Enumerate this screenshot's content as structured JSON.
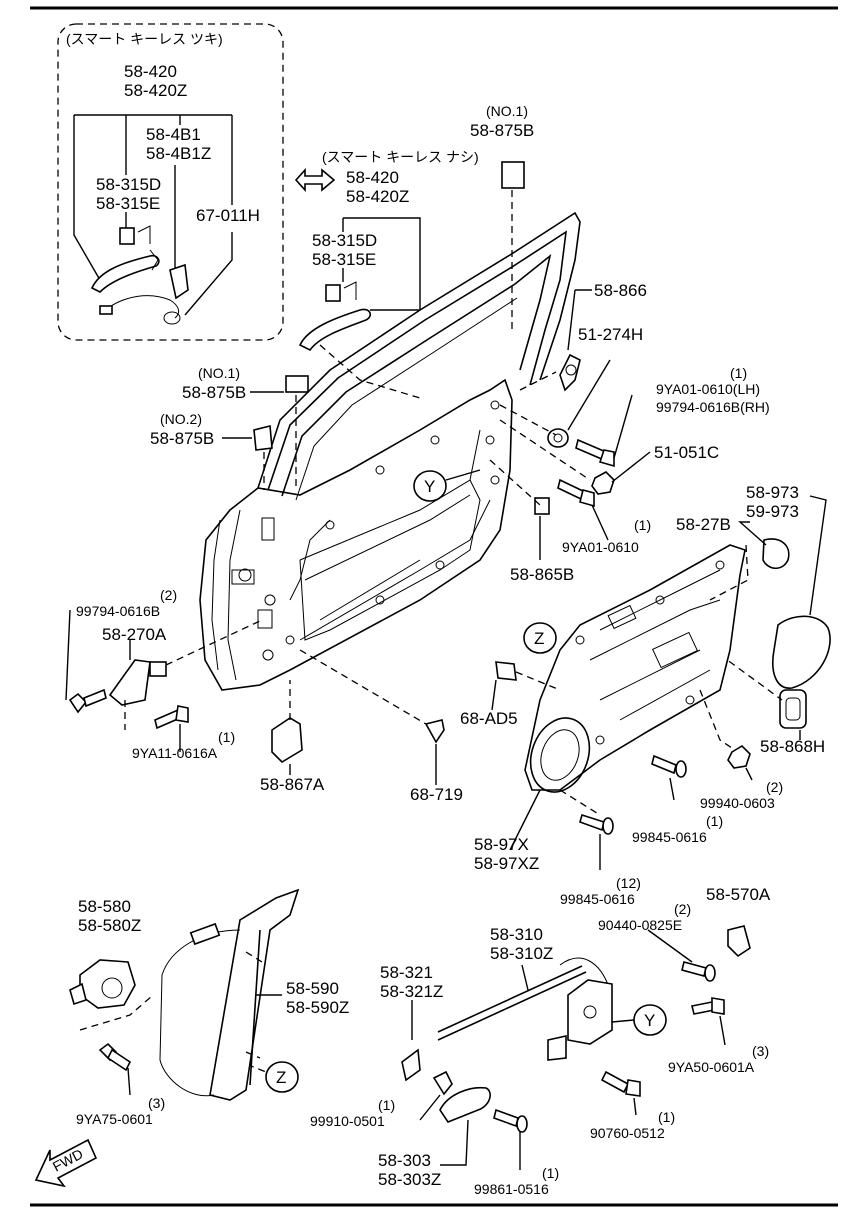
{
  "header": {
    "note_with_keyless": "(スマート キーレス ツキ)",
    "note_without_keyless": "(スマート キーレス ナシ)"
  },
  "callouts": {
    "Y": "Y",
    "Z": "Z"
  },
  "fwd_label": "FWD",
  "parts": {
    "p58_420_a": "58-420",
    "p58_420z_a": "58-420Z",
    "p58_4b1": "58-4B1",
    "p58_4b1z": "58-4B1Z",
    "p58_315d_a": "58-315D",
    "p58_315e_a": "58-315E",
    "p67_011h": "67-011H",
    "p58_420_b": "58-420",
    "p58_420z_b": "58-420Z",
    "p58_315d_b": "58-315D",
    "p58_315e_b": "58-315E",
    "no1_a": "(NO.1)",
    "p58_875b_a": "58-875B",
    "no1_b": "(NO.1)",
    "p58_875b_b": "58-875B",
    "no2": "(NO.2)",
    "p58_875b_c": "58-875B",
    "p58_866": "58-866",
    "p51_274h": "51-274H",
    "qty_9ya01_lh": "(1)",
    "p9ya01_0610_lh": "9YA01-0610(LH)",
    "p99794_0616b_rh": "99794-0616B(RH)",
    "p51_051c": "51-051C",
    "qty_9ya01": "(1)",
    "p9ya01_0610": "9YA01-0610",
    "p58_865b": "58-865B",
    "p58_973": "58-973",
    "p59_973": "59-973",
    "p58_27b": "58-27B",
    "qty_99794": "(2)",
    "p99794_0616b": "99794-0616B",
    "p58_270a": "58-270A",
    "qty_9ya11": "(1)",
    "p9ya11_0616a": "9YA11-0616A",
    "p58_867a": "58-867A",
    "p68_719": "68-719",
    "p68_ad5": "68-AD5",
    "p58_868h": "58-868H",
    "qty_99940": "(2)",
    "p99940_0603": "99940-0603",
    "qty_99845_a": "(1)",
    "p99845_0616_a": "99845-0616",
    "p58_97x": "58-97X",
    "p58_97xz": "58-97XZ",
    "qty_99845_b": "(12)",
    "p99845_0616_b": "99845-0616",
    "p58_580": "58-580",
    "p58_580z": "58-580Z",
    "p58_590": "58-590",
    "p58_590z": "58-590Z",
    "qty_9ya75": "(3)",
    "p9ya75_0601": "9YA75-0601",
    "p58_310": "58-310",
    "p58_310z": "58-310Z",
    "p58_321": "58-321",
    "p58_321z": "58-321Z",
    "qty_90440": "(2)",
    "p90440_0825e": "90440-0825E",
    "p58_570a": "58-570A",
    "qty_9ya50": "(3)",
    "p9ya50_0601a": "9YA50-0601A",
    "qty_99910": "(1)",
    "p99910_0501": "99910-0501",
    "qty_90760": "(1)",
    "p90760_0512": "90760-0512",
    "p58_303": "58-303",
    "p58_303z": "58-303Z",
    "qty_99861": "(1)",
    "p99861_0516": "99861-0516"
  }
}
